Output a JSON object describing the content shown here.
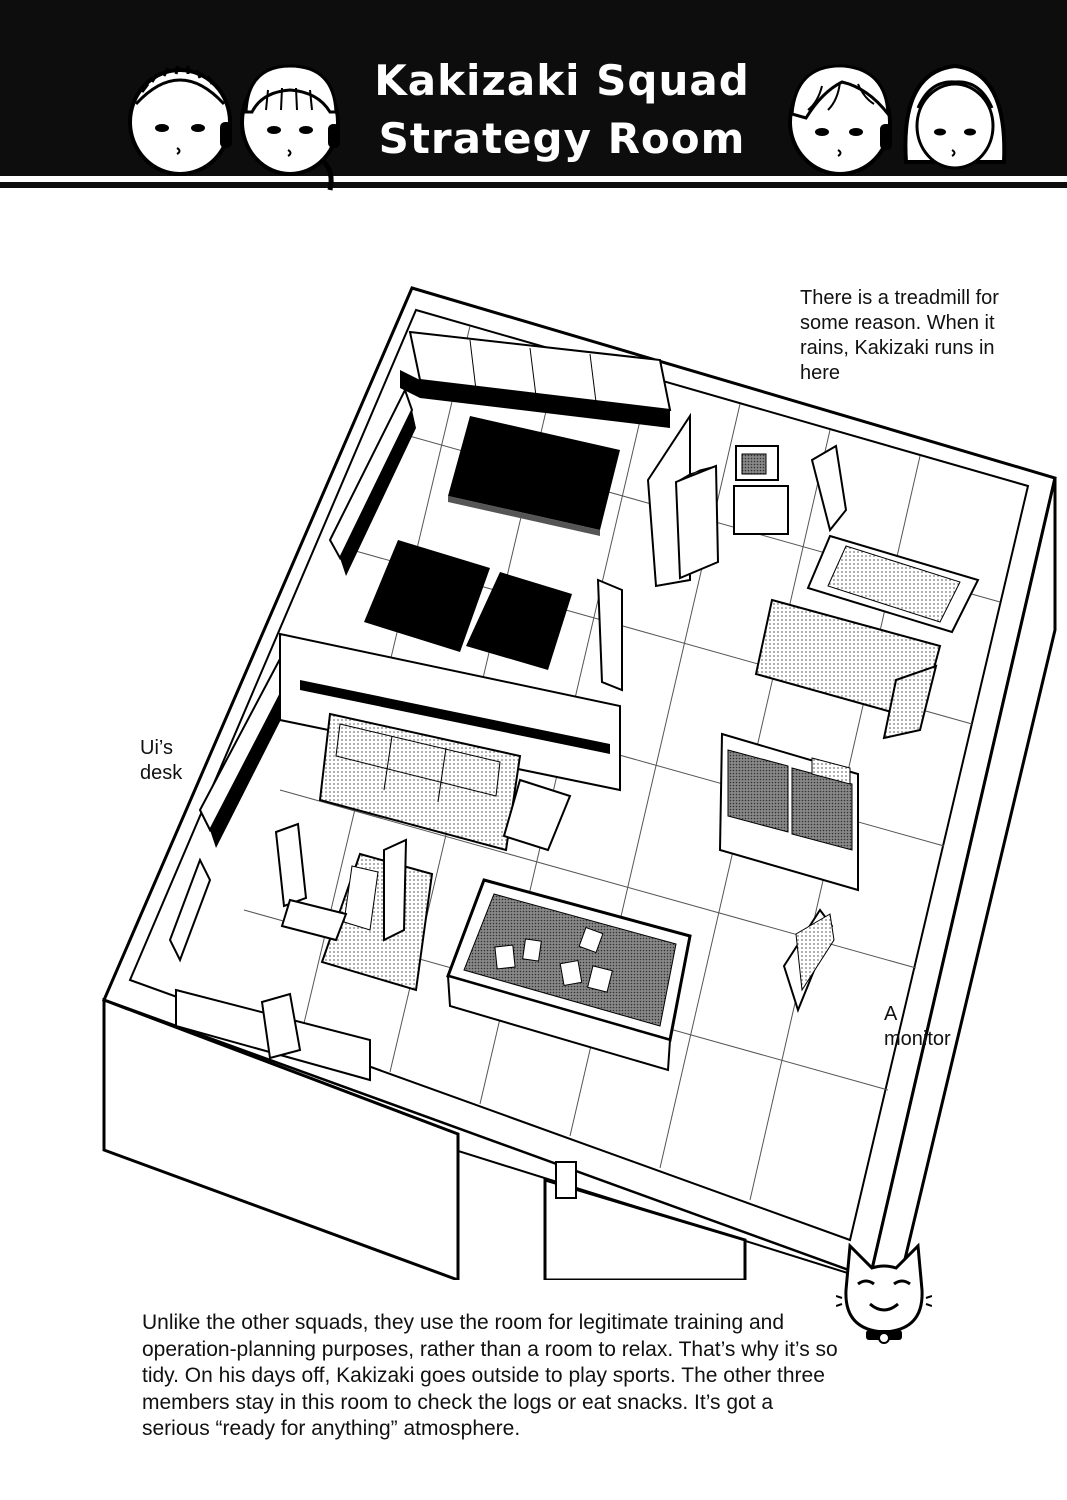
{
  "header": {
    "title_line1": "Kakizaki Squad",
    "title_line2": "Strategy Room"
  },
  "annotations": {
    "treadmill": "There is a treadmill for some reason. When it rains, Kakizaki runs in here",
    "ui_desk_line1": "Ui’s",
    "ui_desk_line2": "desk",
    "monitor_line1": "A",
    "monitor_line2": "monitor"
  },
  "caption": "Unlike the other squads, they use the room for legitimate training and operation-planning purposes, rather than a room to relax. That’s why it’s so tidy. On his days off, Kakizaki goes outside to play sports. The other three members stay in this room to check the logs or eat snacks. It’s got a serious “ready for anything” atmosphere.",
  "colors": {
    "banner": "#0d0d0d",
    "ink": "#111111",
    "screentone": "#bdbdbd",
    "paper": "#ffffff"
  }
}
